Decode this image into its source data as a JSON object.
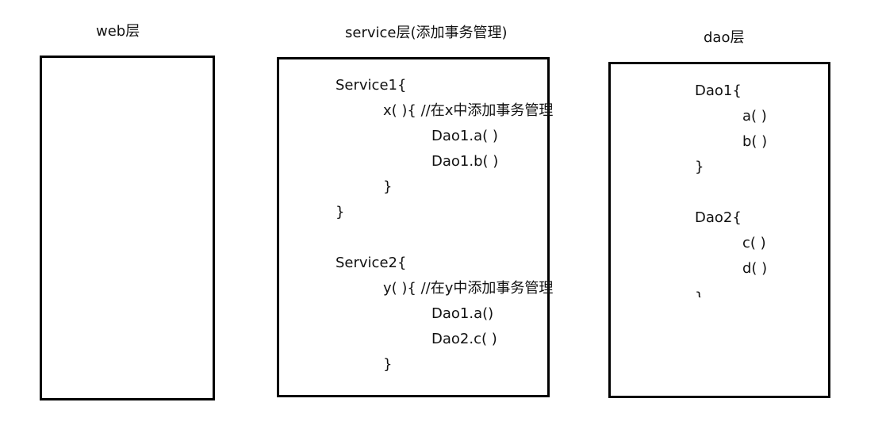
{
  "web": {
    "title": "web层"
  },
  "service": {
    "title": "service层(添加事务管理)",
    "lines": [
      "Service1{",
      "x( ){ //在x中添加事务管理",
      "Dao1.a( )",
      "Dao1.b( )",
      "}",
      "}",
      "Service2{",
      "y( ){ //在y中添加事务管理",
      "Dao1.a()",
      "Dao2.c( )",
      "}"
    ]
  },
  "dao": {
    "title": "dao层",
    "lines": [
      "Dao1{",
      "a( )",
      "b( )",
      "}",
      "Dao2{",
      "c( )",
      "d( )",
      "}"
    ]
  }
}
